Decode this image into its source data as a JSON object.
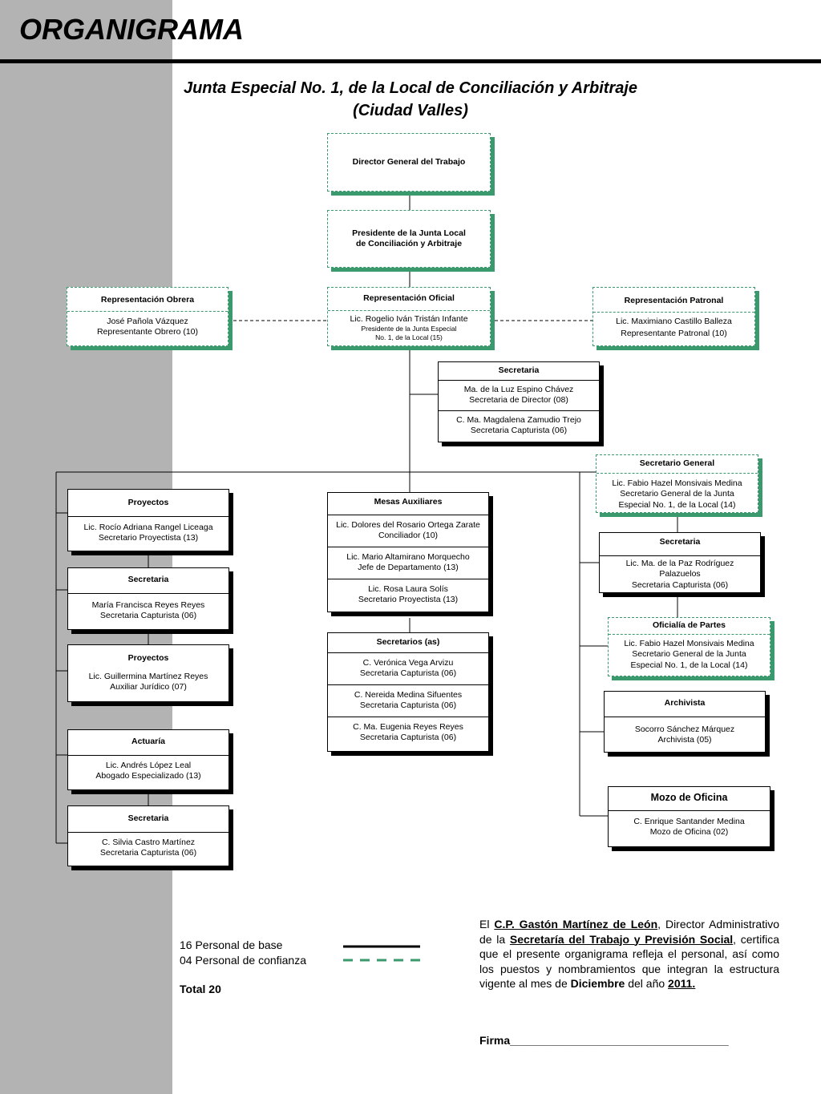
{
  "page": {
    "title": "ORGANIGRAMA",
    "subtitle_line1": "Junta Especial No. 1, de la Local de Conciliación y Arbitraje",
    "subtitle_line2": "(Ciudad Valles)"
  },
  "colors": {
    "sidebar": "#b3b3b3",
    "confianza_accent": "#3a9a6e"
  },
  "boxes": {
    "director": {
      "title": "Director General del Trabajo"
    },
    "presidente": {
      "title_line1": "Presidente de la Junta Local",
      "title_line2": "de Conciliación y Arbitraje"
    },
    "rep_obrera": {
      "title": "Representación Obrera",
      "name": "José Pañola Vázquez",
      "role": "Representante Obrero (10)"
    },
    "rep_oficial": {
      "title": "Representación Oficial",
      "name": "Lic. Rogelio Iván Tristán Infante",
      "role_line1": "Presidente de la Junta Especial",
      "role_line2": "No. 1, de la Local (15)"
    },
    "rep_patronal": {
      "title": "Representación Patronal",
      "name": "Lic. Maximiano Castillo Balleza",
      "role": "Representante Patronal (10)"
    },
    "secretaria_top": {
      "title": "Secretaria",
      "p1_name": "Ma. de la Luz Espino Chávez",
      "p1_role": "Secretaria de Director (08)",
      "p2_name": "C. Ma. Magdalena Zamudio Trejo",
      "p2_role": "Secretaria Capturista (06)"
    },
    "secretario_general": {
      "title": "Secretario General",
      "l1": "Lic. Fabio Hazel Monsivais Medina",
      "l2": "Secretario General de la Junta",
      "l3": "Especial No. 1, de la Local (14)"
    },
    "proyectos1": {
      "title": "Proyectos",
      "name": "Lic. Rocío Adriana Rangel Liceaga",
      "role": "Secretario Proyectista (13)"
    },
    "secretaria_left1": {
      "title": "Secretaria",
      "name": "María Francisca Reyes Reyes",
      "role": "Secretaria Capturista (06)"
    },
    "proyectos2": {
      "title": "Proyectos",
      "name": "Lic. Guillermina Martínez Reyes",
      "role": "Auxiliar Jurídico (07)"
    },
    "actuaria": {
      "title": "Actuaría",
      "name": "Lic. Andrés López Leal",
      "role": "Abogado Especializado (13)"
    },
    "secretaria_left2": {
      "title": "Secretaria",
      "name": "C. Silvia Castro Martínez",
      "role": "Secretaria Capturista (06)"
    },
    "mesas": {
      "title": "Mesas Auxiliares",
      "p1_name": "Lic. Dolores del Rosario Ortega Zarate",
      "p1_role": "Conciliador (10)",
      "p2_name": "Lic. Mario Altamirano Morquecho",
      "p2_role": "Jefe de Departamento (13)",
      "p3_name": "Lic. Rosa Laura Solís",
      "p3_role": "Secretario Proyectista (13)"
    },
    "secretarios_as": {
      "title": "Secretarios (as)",
      "p1_name": "C. Verónica Vega Arvizu",
      "p1_role": "Secretaria Capturista (06)",
      "p2_name": "C. Nereida Medina Sifuentes",
      "p2_role": "Secretaria Capturista (06)",
      "p3_name": "C. Ma. Eugenia Reyes Reyes",
      "p3_role": "Secretaria Capturista (06)"
    },
    "secretaria_right": {
      "title": "Secretaria",
      "l1": "Lic. Ma. de la Paz Rodríguez",
      "l2": "Palazuelos",
      "l3": "Secretaria Capturista (06)"
    },
    "oficialia": {
      "title": "Oficialía de Partes",
      "l1": "Lic. Fabio Hazel Monsivais Medina",
      "l2": "Secretario General de la Junta",
      "l3": "Especial No. 1, de la Local (14)"
    },
    "archivista": {
      "title": "Archivista",
      "name": "Socorro Sánchez Márquez",
      "role": "Archivista (05)"
    },
    "mozo": {
      "title": "Mozo de Oficina",
      "name": "C. Enrique Santander Medina",
      "role": "Mozo de Oficina (02)"
    }
  },
  "legend": {
    "base": "16 Personal de base",
    "confianza": "04 Personal de confianza",
    "total": "Total 20"
  },
  "certify": {
    "t1": "El ",
    "person": "C.P. Gastón Martínez de León",
    "t2": ", Director Administrativo de la ",
    "dept": "Secretaría del Trabajo y Previsión Social",
    "t3": ", certifica que el presente organigrama refleja  el personal, así como los puestos y nombramientos que integran la estructura vigente al mes de ",
    "month": "Diciembre",
    "t4": " del año ",
    "year": "2011.",
    "firma": "Firma___________________________________"
  }
}
